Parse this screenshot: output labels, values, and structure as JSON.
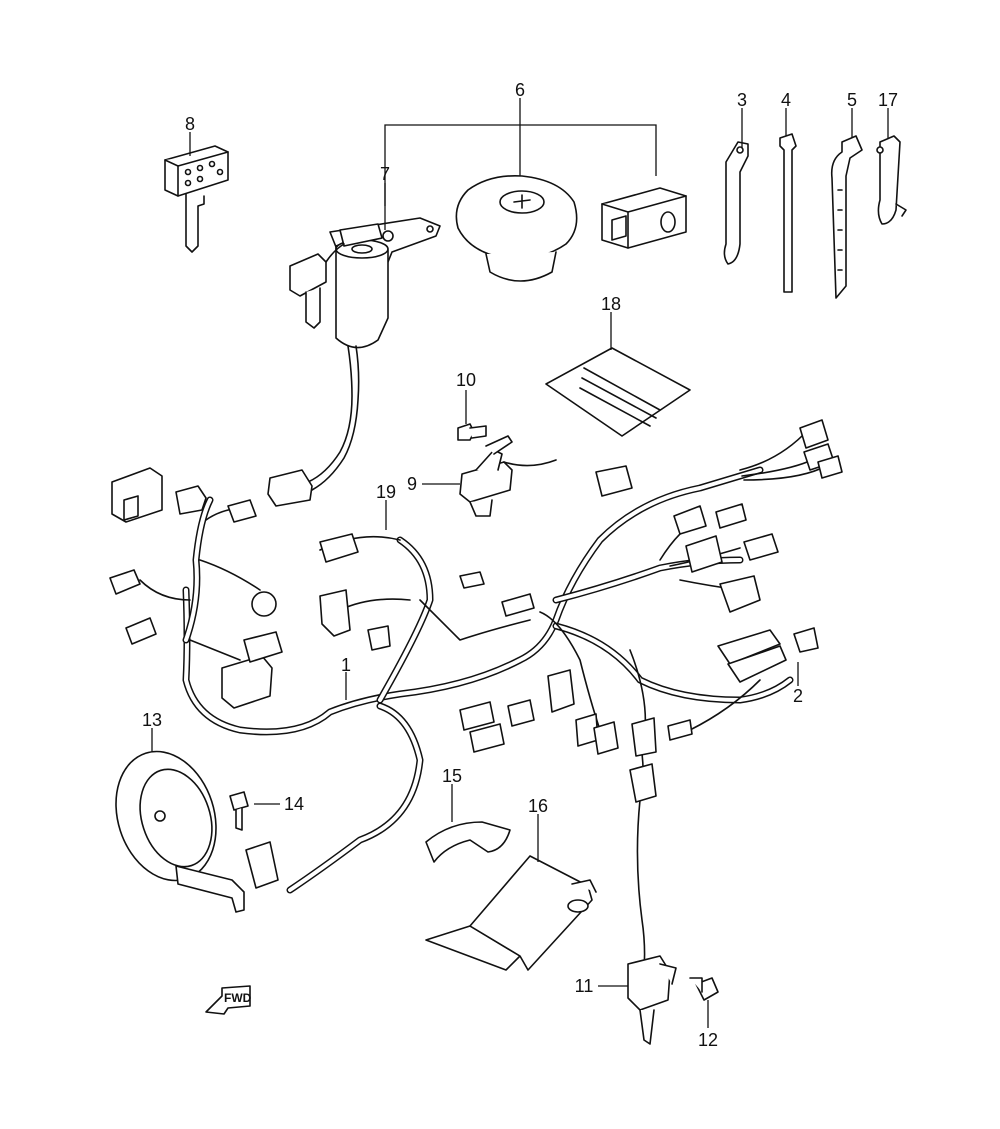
{
  "diagram": {
    "callouts": [
      {
        "id": "1",
        "text": "1"
      },
      {
        "id": "2",
        "text": "2"
      },
      {
        "id": "3",
        "text": "3"
      },
      {
        "id": "4",
        "text": "4"
      },
      {
        "id": "5",
        "text": "5"
      },
      {
        "id": "6",
        "text": "6"
      },
      {
        "id": "7",
        "text": "7"
      },
      {
        "id": "8",
        "text": "8"
      },
      {
        "id": "9",
        "text": "9"
      },
      {
        "id": "10",
        "text": "10"
      },
      {
        "id": "11",
        "text": "11"
      },
      {
        "id": "12",
        "text": "12"
      },
      {
        "id": "13",
        "text": "13"
      },
      {
        "id": "14",
        "text": "14"
      },
      {
        "id": "15",
        "text": "15"
      },
      {
        "id": "16",
        "text": "16"
      },
      {
        "id": "17",
        "text": "17"
      },
      {
        "id": "18",
        "text": "18"
      },
      {
        "id": "19",
        "text": "19"
      }
    ],
    "direction_marker": "FWD"
  }
}
